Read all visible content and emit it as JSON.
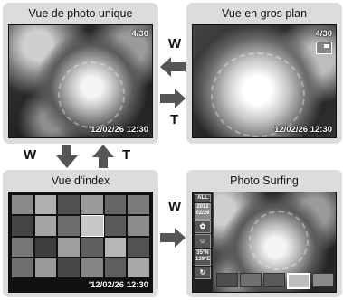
{
  "panels": {
    "single": {
      "title": "Vue de photo unique",
      "badge": "4/30",
      "datetime": "'12/02/26  12:30"
    },
    "closeup": {
      "title": "Vue en gros plan",
      "badge": "4/30",
      "datetime": "'12/02/26  12:30"
    },
    "index": {
      "title": "Vue d'index",
      "datetime": "'12/02/26  12:30"
    },
    "surfing": {
      "title": "Photo Surfing",
      "sidebar": {
        "top": "ALL",
        "year": "2012",
        "date": "02/26",
        "lat": "35°N",
        "lon": "139°E"
      }
    }
  },
  "keys": {
    "w_single_to_closeup": "W",
    "t_closeup_to_single": "T",
    "w_single_to_index": "W",
    "t_index_to_single": "T",
    "w_index_to_surfing": "W"
  }
}
